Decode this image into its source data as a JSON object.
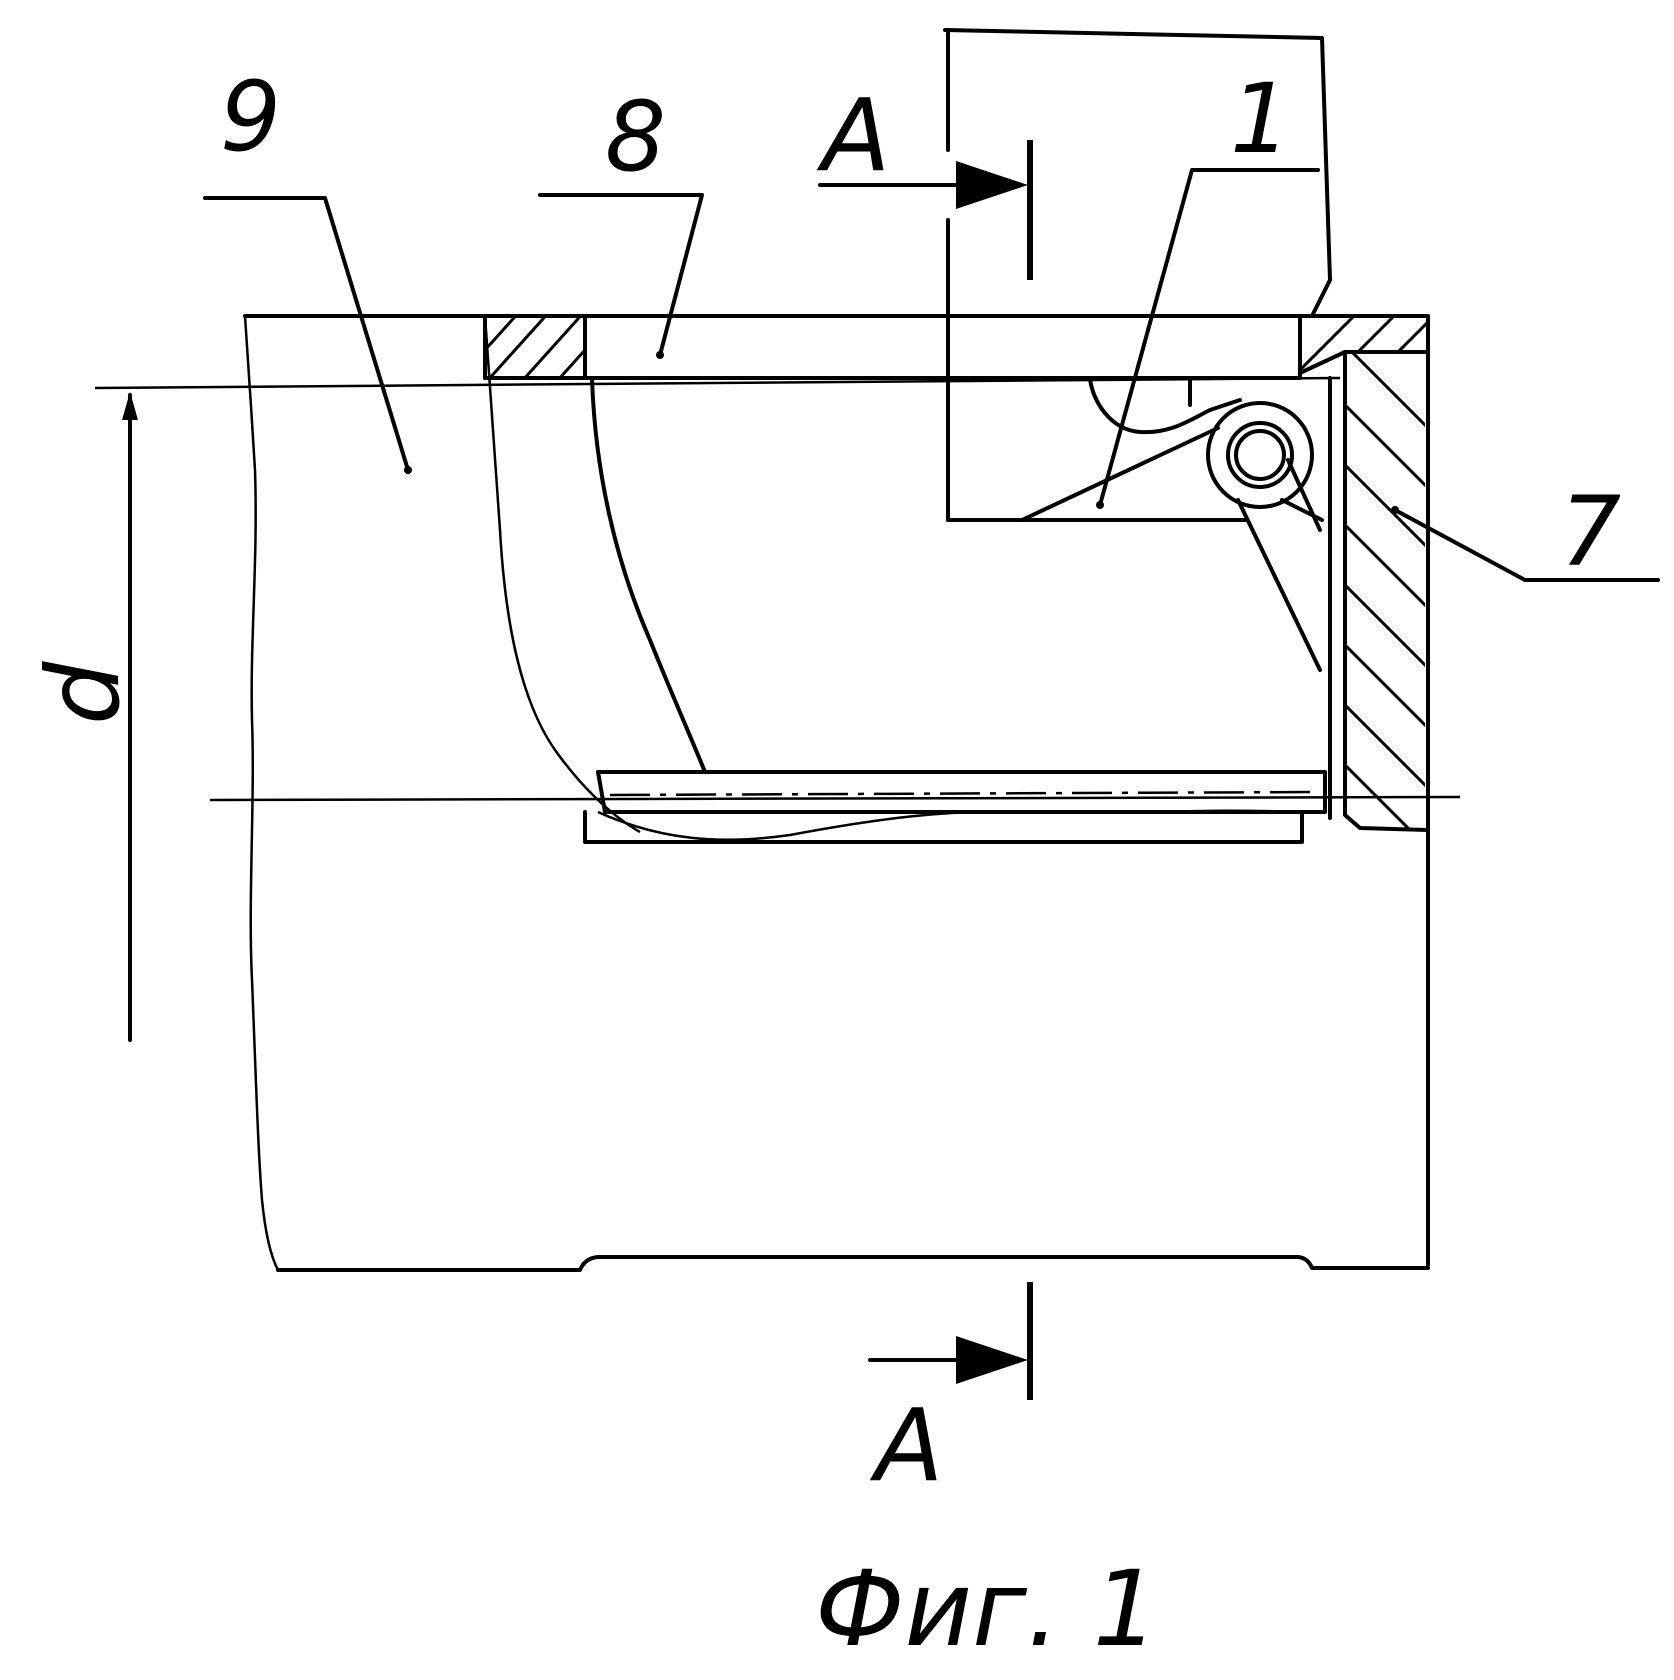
{
  "labels": {
    "part_9": "9",
    "part_8": "8",
    "part_1": "1",
    "part_7": "7",
    "section_top": "A",
    "section_bottom": "A",
    "dimension": "d",
    "caption": "Фиг. 1"
  }
}
